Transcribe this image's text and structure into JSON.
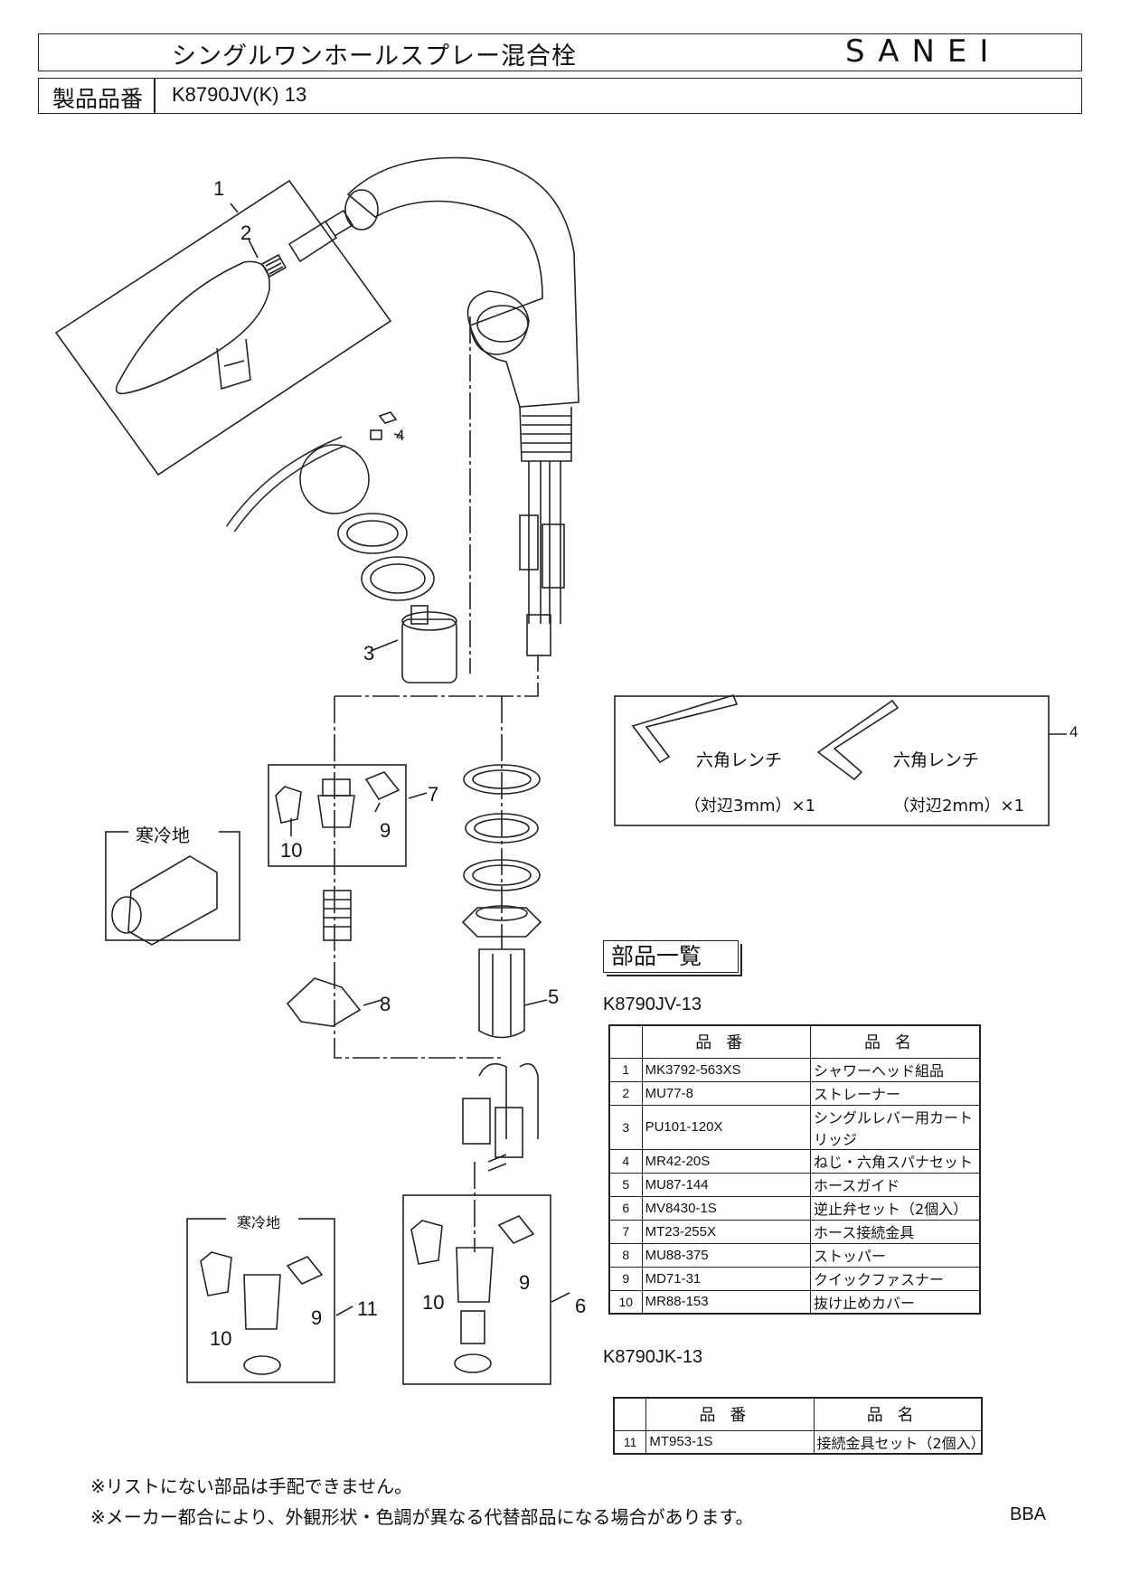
{
  "header": {
    "title": "シングルワンホールスプレー混合栓",
    "brand": "SANEI",
    "part_number_label": "製品品番",
    "part_number_value": "K8790JV(K)  13"
  },
  "diagram": {
    "callouts": [
      "1",
      "2",
      "3",
      "4",
      "5",
      "6",
      "7",
      "8",
      "9",
      "10",
      "9",
      "10",
      "9",
      "10",
      "11",
      "4"
    ],
    "cold_region_label": "寒冷地",
    "cold_region_label_2": "寒冷地",
    "wrench_box": {
      "wrench_a_name": "六角レンチ",
      "wrench_a_size": "（対辺3mm）×1",
      "wrench_b_name": "六角レンチ",
      "wrench_b_size": "（対辺2mm）×1"
    }
  },
  "parts": {
    "heading": "部品一覧",
    "table1_model": "K8790JV-13",
    "table2_model": "K8790JK-13",
    "col_code": "品番",
    "col_name": "品名",
    "table1_rows": [
      {
        "no": "1",
        "code": "MK3792-563XS",
        "name": "シャワーヘッド組品"
      },
      {
        "no": "2",
        "code": "MU77-8",
        "name": "ストレーナー"
      },
      {
        "no": "3",
        "code": "PU101-120X",
        "name": "シングルレバー用カートリッジ"
      },
      {
        "no": "4",
        "code": "MR42-20S",
        "name": "ねじ・六角スパナセット"
      },
      {
        "no": "5",
        "code": "MU87-144",
        "name": "ホースガイド"
      },
      {
        "no": "6",
        "code": "MV8430-1S",
        "name": "逆止弁セット（2個入）"
      },
      {
        "no": "7",
        "code": "MT23-255X",
        "name": "ホース接続金具"
      },
      {
        "no": "8",
        "code": "MU88-375",
        "name": "ストッパー"
      },
      {
        "no": "9",
        "code": "MD71-31",
        "name": "クイックファスナー"
      },
      {
        "no": "10",
        "code": "MR88-153",
        "name": "抜け止めカバー"
      }
    ],
    "table2_rows": [
      {
        "no": "11",
        "code": "MT953-1S",
        "name": "接続金具セット（2個入）"
      }
    ]
  },
  "notes": {
    "note1": "※リストにない部品は手配できません。",
    "note2": "※メーカー都合により、外観形状・色調が異なる代替部品になる場合があります。",
    "footer_code": "BBA"
  }
}
